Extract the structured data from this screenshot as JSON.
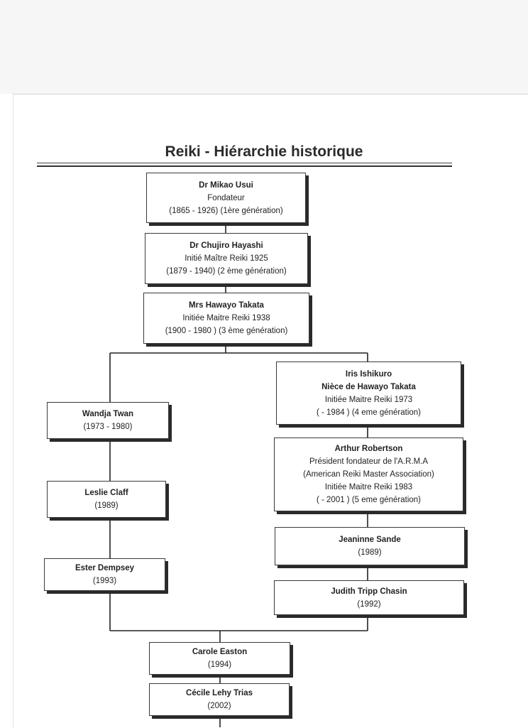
{
  "title": "Reiki - Hiérarchie historique",
  "nodes": {
    "usui": {
      "name": "Dr Mikao Usui",
      "lines": [
        "Fondateur",
        "(1865 - 1926) (1ère génération)"
      ]
    },
    "hayashi": {
      "name": "Dr Chujiro Hayashi",
      "lines": [
        "Initié Maître Reiki 1925",
        "(1879 - 1940) (2 ème génération)"
      ]
    },
    "takata": {
      "name": "Mrs Hawayo Takata",
      "lines": [
        "Initiée Maitre Reiki 1938",
        "(1900 - 1980 ) (3 ème génération)"
      ]
    },
    "ishikuro": {
      "name": "Iris Ishikuro",
      "lines": [
        "Nièce de Hawayo Takata",
        "Initiée Maitre Reiki 1973",
        "( - 1984 ) (4 eme génération)"
      ]
    },
    "twan": {
      "name": "Wandja Twan",
      "lines": [
        "(1973 - 1980)"
      ]
    },
    "robertson": {
      "name": "Arthur Robertson",
      "lines": [
        "Président fondateur de l'A.R.M.A",
        "(American Reiki Master Association)",
        "Initiée Maitre Reiki 1983",
        "( - 2001 ) (5 eme génération)"
      ]
    },
    "claff": {
      "name": "Leslie Claff",
      "lines": [
        "(1989)"
      ]
    },
    "sande": {
      "name": "Jeaninne Sande",
      "lines": [
        "(1989)"
      ]
    },
    "dempsey": {
      "name": "Ester Dempsey",
      "lines": [
        "(1993)"
      ]
    },
    "chasin": {
      "name": "Judith Tripp Chasin",
      "lines": [
        "(1992)"
      ]
    },
    "easton": {
      "name": "Carole Easton",
      "lines": [
        "(1994)"
      ]
    },
    "trias": {
      "name": "Cécile Lehy Trias",
      "lines": [
        "(2002)"
      ]
    }
  }
}
